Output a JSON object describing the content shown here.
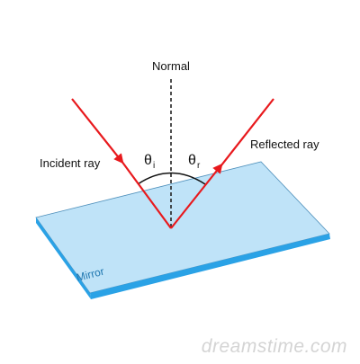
{
  "labels": {
    "normal": "Normal",
    "incident": "Incident ray",
    "reflected": "Reflected ray",
    "mirror": "Mirror",
    "theta_i_symbol": "θ",
    "theta_i_sub": "i",
    "theta_r_symbol": "θ",
    "theta_r_sub": "r"
  },
  "watermark": "dreamstime.com",
  "colors": {
    "ray": "#e8191d",
    "mirror_face": "#bfe3f8",
    "mirror_edge": "#2aa2e6",
    "mirror_outline": "#4f90bb",
    "mirror_label": "#1f77b0",
    "normal_line": "#222222",
    "watermark": "#d4d4d4"
  }
}
